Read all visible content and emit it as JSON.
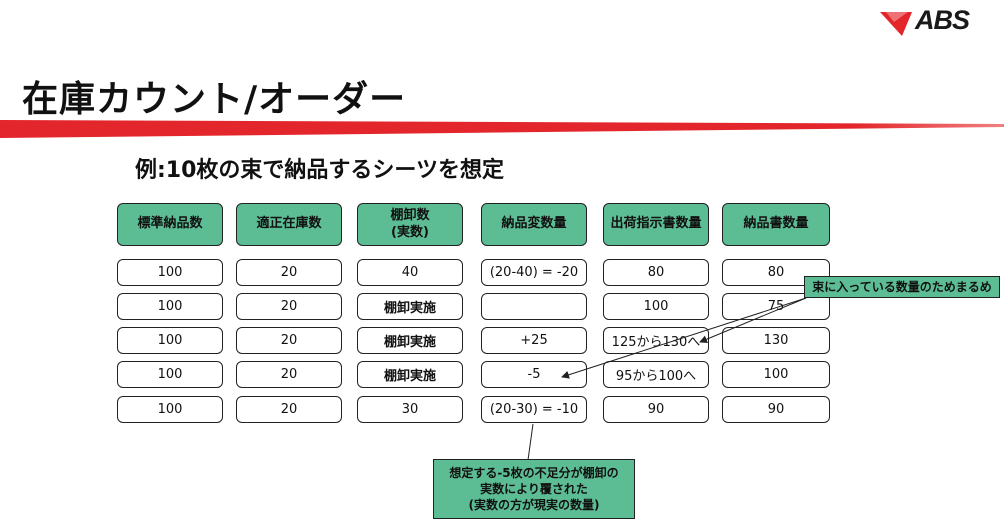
{
  "logo": {
    "text": "ABS",
    "brand_color": "#e3262b"
  },
  "title": "在庫カウント/オーダー",
  "subtitle": "例:10枚の束で納品するシーツを想定",
  "colors": {
    "header_fill": "#5cbd94",
    "accent_red": "#e3262b"
  },
  "table": {
    "headers": [
      [
        "標準納品数"
      ],
      [
        "適正在庫数"
      ],
      [
        "棚卸数",
        "(実数)"
      ],
      [
        "納品変数量"
      ],
      [
        "出荷指示書数量"
      ],
      [
        "納品書数量"
      ]
    ],
    "rows": [
      [
        "100",
        "20",
        "40",
        "(20-40) = -20",
        "80",
        "80"
      ],
      [
        "100",
        "20",
        "棚卸実施",
        "",
        "100",
        "75"
      ],
      [
        "100",
        "20",
        "棚卸実施",
        "+25",
        "125から130へ",
        "130"
      ],
      [
        "100",
        "20",
        "棚卸実施",
        "-5",
        "95から100へ",
        "100"
      ],
      [
        "100",
        "20",
        "30",
        "(20-30) = -10",
        "90",
        "90"
      ]
    ]
  },
  "callouts": {
    "bundle_rounding": "束に入っている数量のためまるめ",
    "shortage_lines": [
      "想定する-5枚の不足分が棚卸の",
      "実数により覆された",
      "(実数の方が現実の数量)"
    ]
  }
}
